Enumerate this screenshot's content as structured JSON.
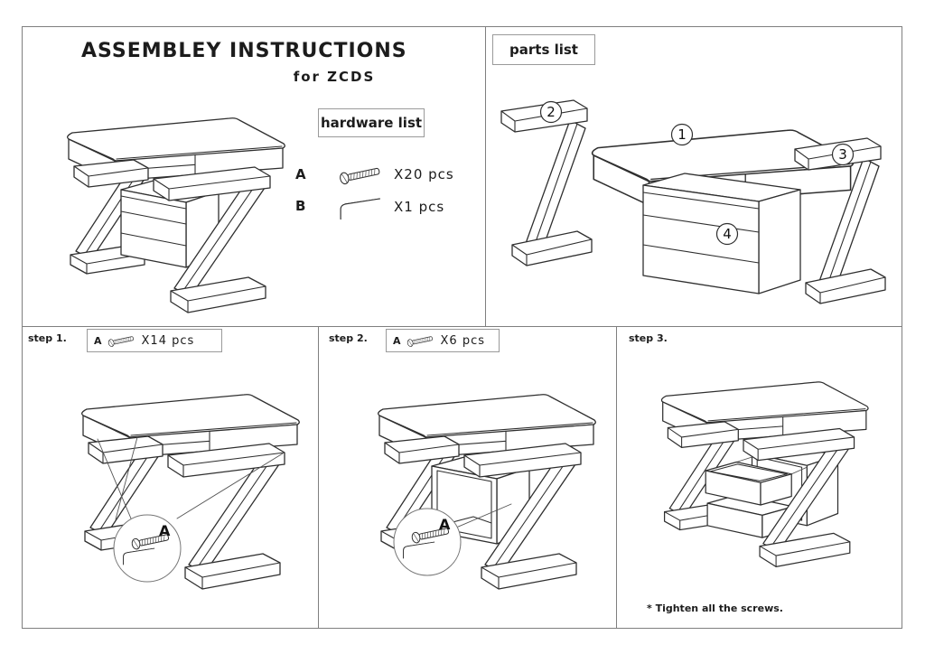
{
  "page": {
    "title": "ASSEMBLEY INSTRUCTIONS",
    "subtitle": "for ZCDS"
  },
  "hardware_list": {
    "title": "hardware list",
    "items": [
      {
        "label": "A",
        "icon": "screw-icon",
        "qty": "X20 pcs"
      },
      {
        "label": "B",
        "icon": "allen-key-icon",
        "qty": "X1 pcs"
      }
    ]
  },
  "parts_list": {
    "title": "parts list",
    "parts": [
      {
        "number": "1"
      },
      {
        "number": "2"
      },
      {
        "number": "3"
      },
      {
        "number": "4"
      }
    ]
  },
  "steps": [
    {
      "label": "step 1.",
      "hardware_label": "A",
      "hardware_qty": "X14 pcs",
      "callout_label": "A"
    },
    {
      "label": "step 2.",
      "hardware_label": "A",
      "hardware_qty": "X6 pcs",
      "callout_label": "A"
    },
    {
      "label": "step 3.",
      "note": "* Tighten all the screws."
    }
  ],
  "colors": {
    "line": "#2f2f2f",
    "panel_border": "#7f7f7f",
    "box_border": "#9a9a9a"
  }
}
